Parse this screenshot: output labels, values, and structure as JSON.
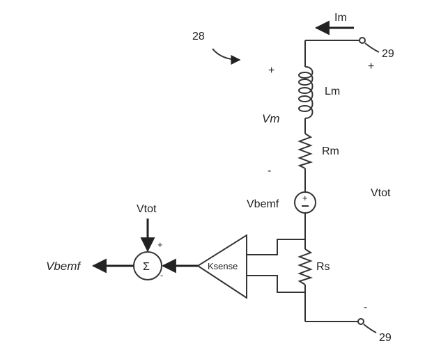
{
  "labels": {
    "ref_28": "28",
    "terminal_top": "29",
    "terminal_bottom": "29",
    "plus_top_terminal": "+",
    "minus_bottom_terminal": "-",
    "plus_vm": "+",
    "minus_vm": "-",
    "current": "Im",
    "lm": "Lm",
    "vm": "Vm",
    "rm": "Rm",
    "vbemf_source": "Vbemf",
    "vtot_right": "Vtot",
    "rs": "Rs",
    "ksense": "Ksense",
    "vtot_input": "Vtot",
    "sum_symbol": "Σ",
    "sum_plus": "+",
    "sum_minus": "-",
    "vbemf_output": "Vbemf",
    "source_plus": "+",
    "source_minus": "-"
  }
}
